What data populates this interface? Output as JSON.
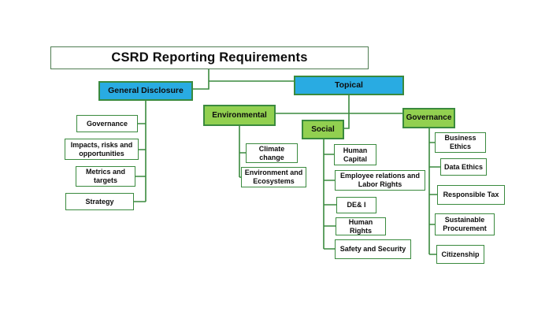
{
  "diagram_title": "CSRD Reporting Requirements",
  "colors": {
    "blue_node": "#29ABE2",
    "green_node": "#92D050",
    "line_green": "#3A8A3E",
    "background": "#FFFFFF",
    "text": "#0D0D0D"
  },
  "tree": {
    "general_disclosure": {
      "label": "General Disclosure",
      "children": [
        "Governance",
        "Impacts, risks and opportunities",
        "Metrics and targets",
        "Strategy"
      ]
    },
    "topical": {
      "label": "Topical",
      "environmental": {
        "label": "Environmental",
        "children": [
          "Climate change",
          "Environment and Ecosystems"
        ]
      },
      "social": {
        "label": "Social",
        "children": [
          "Human Capital",
          "Employee relations and Labor Rights",
          "DE& I",
          "Human Rights",
          "Safety and Security"
        ]
      },
      "governance": {
        "label": "Governance",
        "children": [
          "Business Ethics",
          "Data Ethics",
          "Responsible Tax",
          "Sustainable Procurement",
          "Citizenship"
        ]
      }
    }
  }
}
